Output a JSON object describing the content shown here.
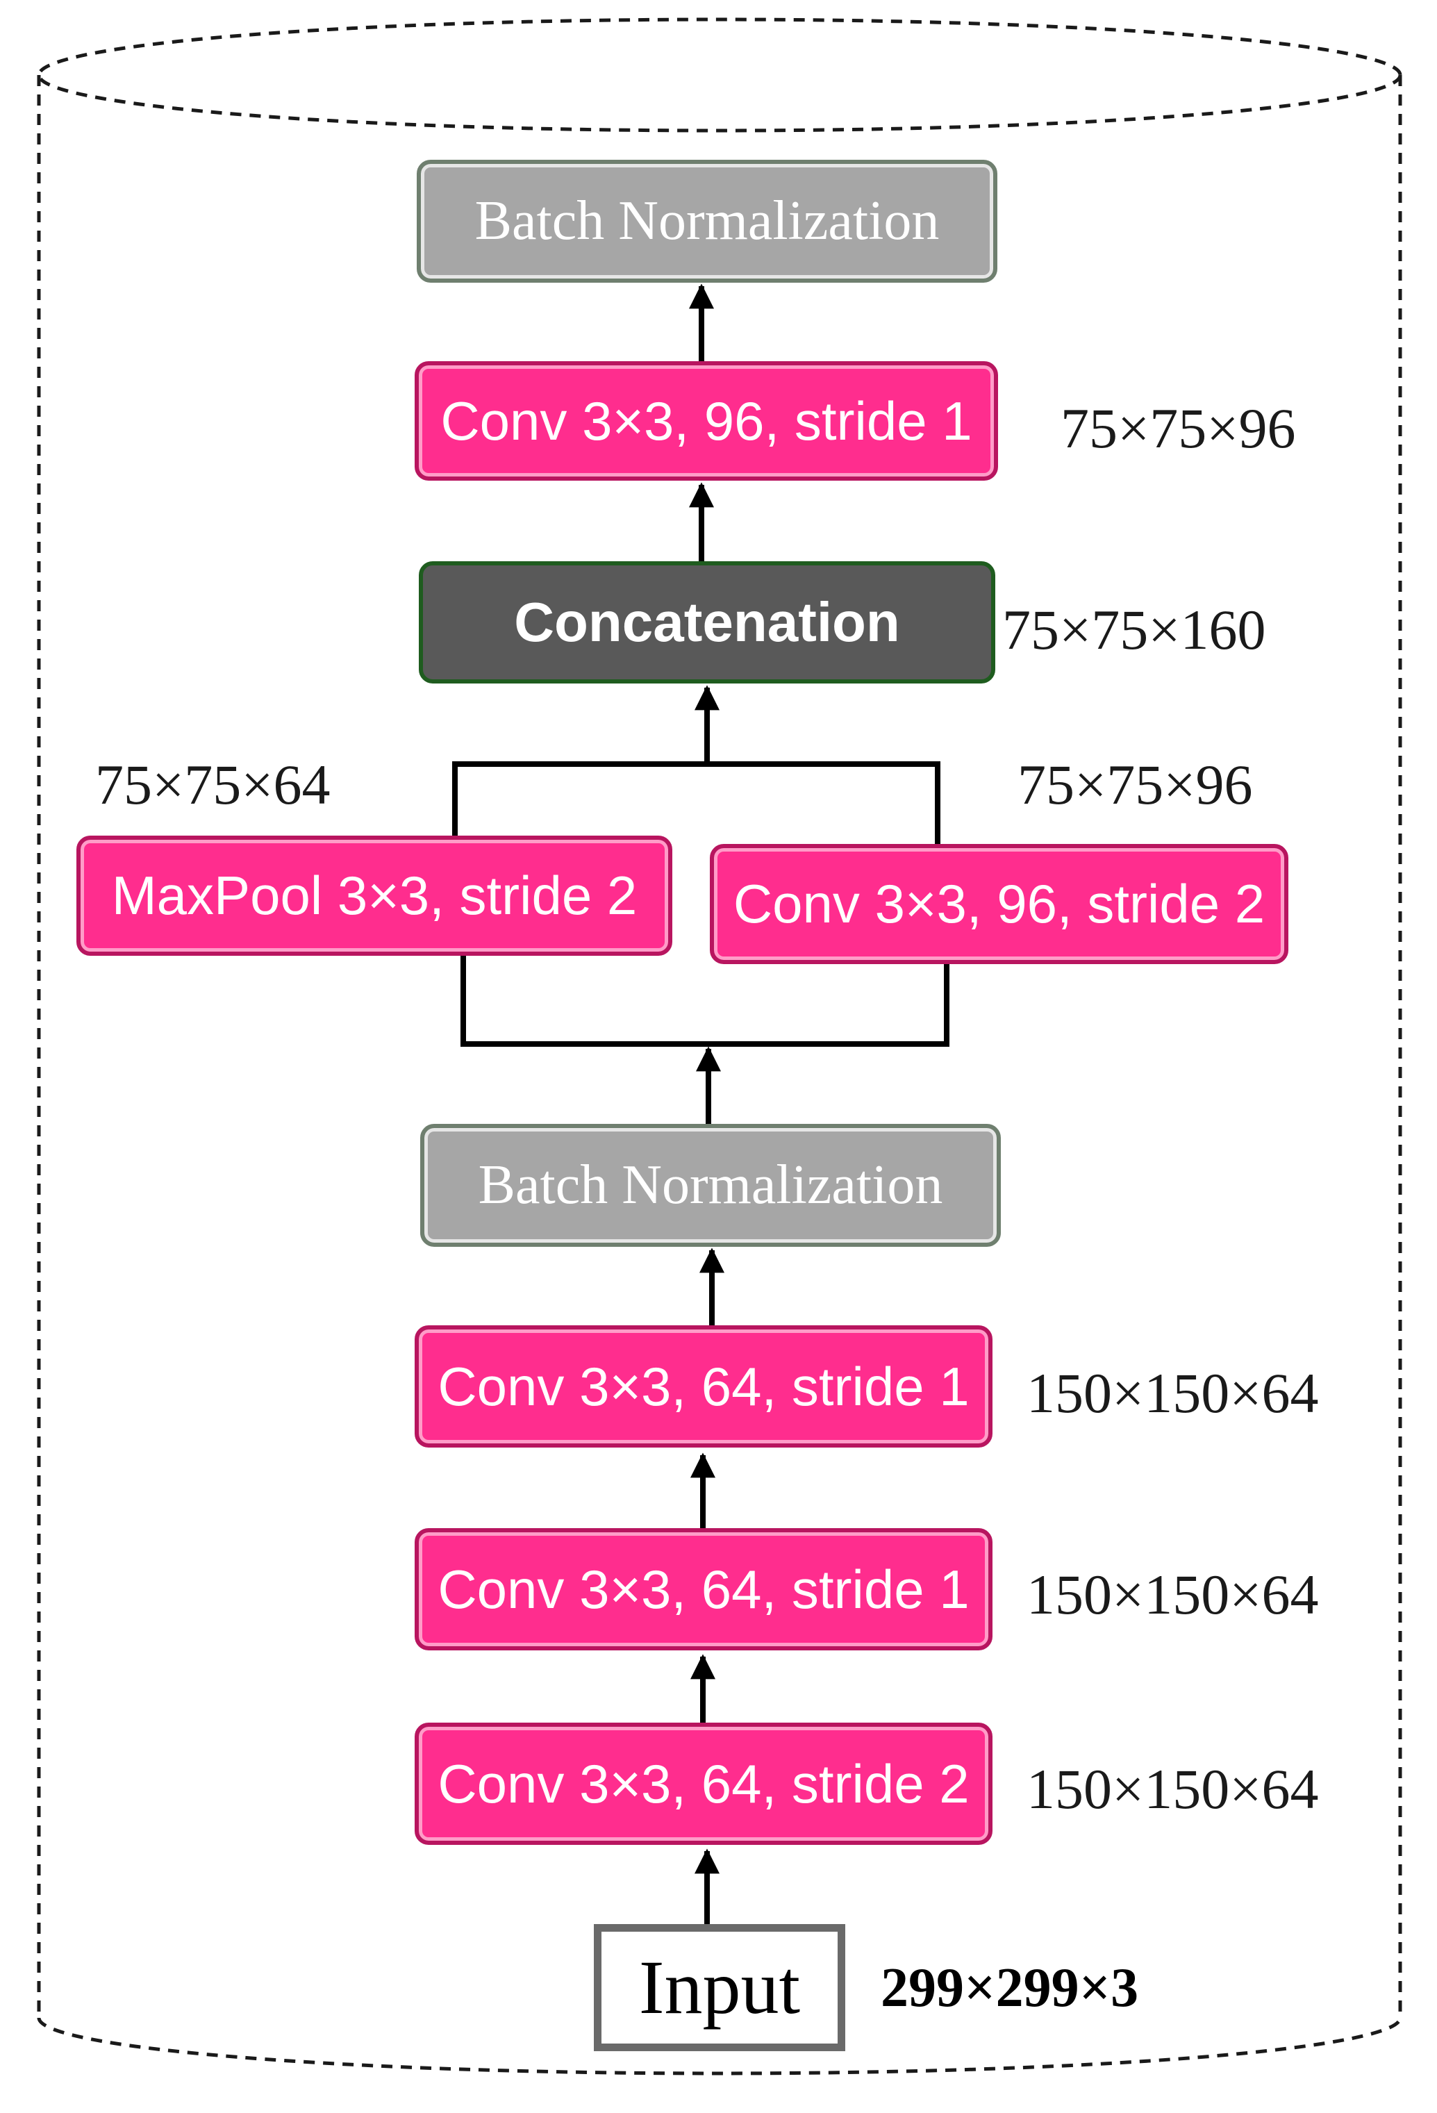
{
  "blocks": {
    "input": "Input",
    "conv_64_s2": "Conv 3×3, 64, stride 2",
    "conv_64_s1_a": "Conv 3×3, 64, stride 1",
    "conv_64_s1_b": "Conv 3×3, 64, stride 1",
    "batchnorm_1": "Batch Normalization",
    "maxpool": "MaxPool 3×3, stride 2",
    "conv_96_s2": "Conv 3×3, 96, stride 2",
    "concat": "Concatenation",
    "conv_96_s1": "Conv 3×3, 96, stride 1",
    "batchnorm_2": "Batch Normalization"
  },
  "dims": {
    "input": "299×299×3",
    "conv_64_s2": "150×150×64",
    "conv_64_s1_a": "150×150×64",
    "conv_64_s1_b": "150×150×64",
    "maxpool": "75×75×64",
    "conv_96_s2": "75×75×96",
    "concat": "75×75×160",
    "conv_96_s1": "75×75×96"
  },
  "colors": {
    "conv": "#ff2d8e",
    "batchnorm": "#a6a6a6",
    "concat": "#595959",
    "input_border": "#6a6a6a"
  }
}
